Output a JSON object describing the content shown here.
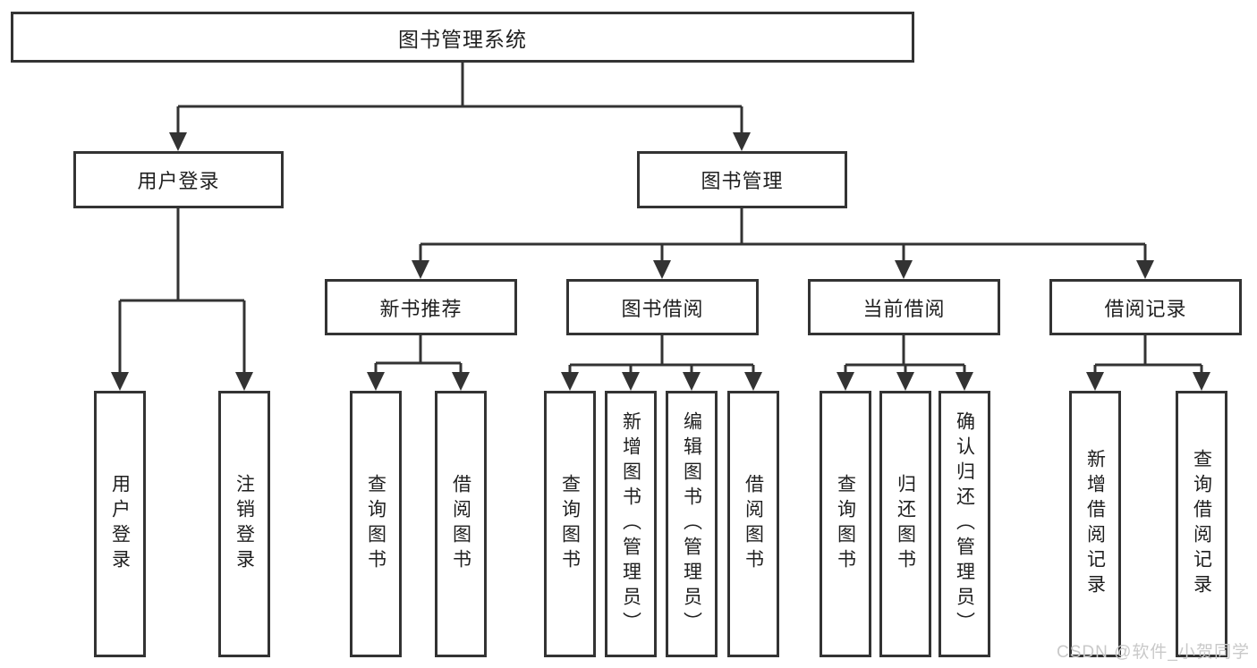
{
  "diagram": {
    "title": "图书管理系统",
    "level2": {
      "user_login": "用户登录",
      "book_mgmt": "图书管理"
    },
    "level3": {
      "new_book": "新书推荐",
      "borrow": "图书借阅",
      "current": "当前借阅",
      "records": "借阅记录"
    },
    "leaves": {
      "user_login_1": "用户登录",
      "user_login_2": "注销登录",
      "new_book_1": "查询图书",
      "new_book_2": "借阅图书",
      "borrow_1": "查询图书",
      "borrow_2": "新增图书（管理员）",
      "borrow_3": "编辑图书（管理员）",
      "borrow_4": "借阅图书",
      "current_1": "查询图书",
      "current_2": "归还图书",
      "current_3": "确认归还（管理员）",
      "records_1": "新增借阅记录",
      "records_2": "查询借阅记录"
    }
  },
  "watermark": "CSDN @软件_小贺同学",
  "colors": {
    "line": "#333333",
    "text": "#1f1f1f",
    "watermark": "#c9c9c9",
    "background": "#ffffff"
  }
}
